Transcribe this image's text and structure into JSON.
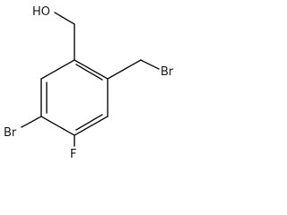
{
  "structure": {
    "atoms": {
      "hydroxyl": "HO",
      "bromo_methyl": "Br",
      "bromo_ring": "Br",
      "fluoro": "F"
    }
  }
}
